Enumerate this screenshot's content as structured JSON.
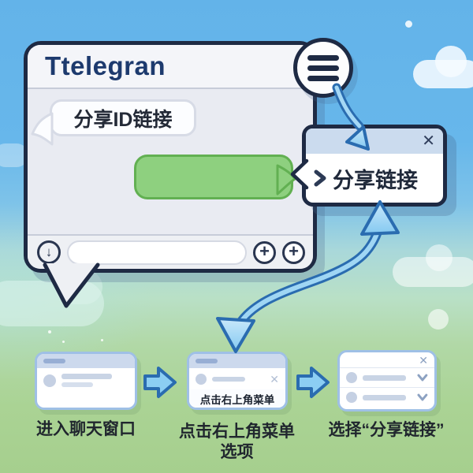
{
  "chat_window": {
    "title": "Ttelegran",
    "incoming_message": "分享ID链接",
    "outgoing_message": ""
  },
  "menu_popup": {
    "label": "分享链接"
  },
  "icons": {
    "close": "✕",
    "plus": "+",
    "download_arrow": "↓",
    "menu": "hamburger",
    "chevron_right": "chevron-right",
    "chevron_down": "chevron-down"
  },
  "steps": [
    {
      "label": "进入聊天窗口"
    },
    {
      "label_line1": "点击右上角菜单",
      "label_line2": "选项",
      "card_text": "点击右上角菜单"
    },
    {
      "label": "选择“分享链接”"
    }
  ],
  "colors": {
    "sky": "#65b5ea",
    "grass": "#a9d392",
    "outline_navy": "#1e2a44",
    "arrow_outline": "#2a6cb0",
    "arrow_fill": "#8ecff3",
    "bubble_green": "#8ed07f",
    "bubble_green_border": "#62b052",
    "title_blue": "#1d3a6e"
  }
}
